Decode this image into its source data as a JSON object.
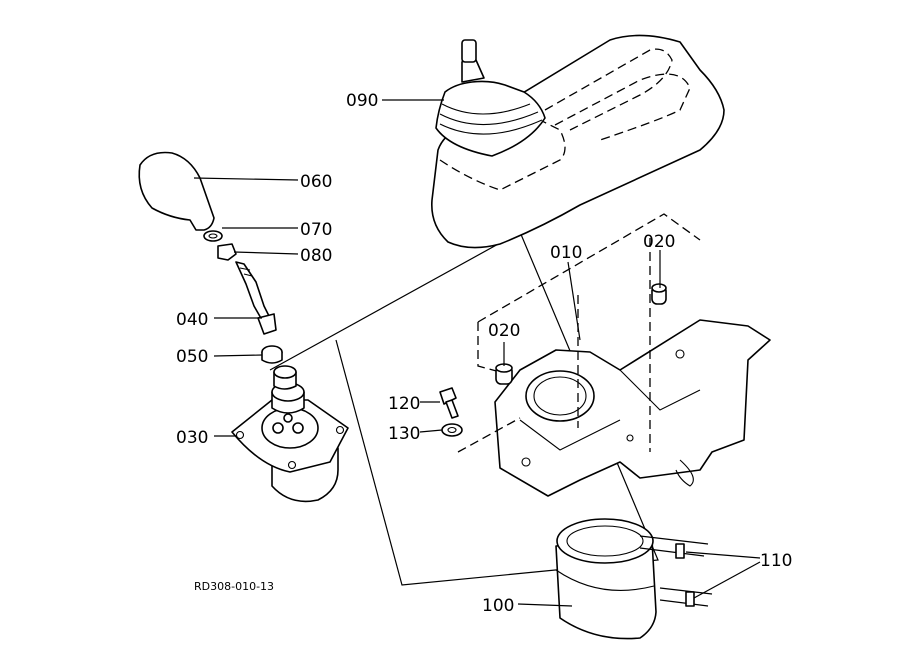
{
  "diagram": {
    "labels": {
      "p010": "010",
      "p020a": "020",
      "p020b": "020",
      "p030": "030",
      "p040": "040",
      "p050": "050",
      "p060": "060",
      "p070": "070",
      "p080": "080",
      "p090": "090",
      "p100": "100",
      "p110": "110",
      "p120": "120",
      "p130": "130"
    },
    "drawing_code": "RD308-010-13"
  }
}
